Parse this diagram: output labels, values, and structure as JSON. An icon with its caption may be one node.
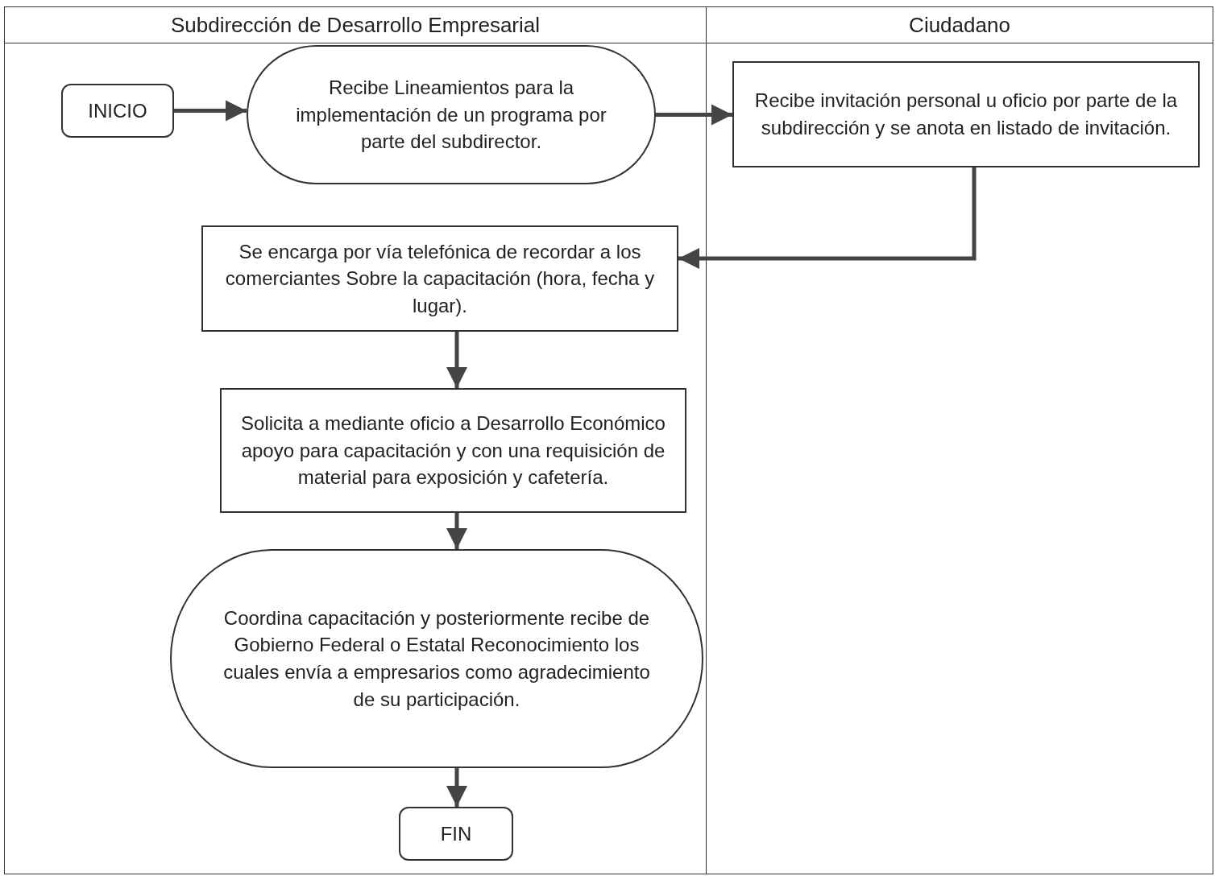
{
  "diagram": {
    "nodes": [
      {
        "text": [
          "Subdirección de Desarrollo Empresarial"
        ]
      },
      {
        "text": [
          "Ciudadano"
        ]
      },
      {
        "text": [
          "INICIO"
        ],
        "in": 0
      },
      {
        "text": [
          "Recibe Lineamientos para la implementación de un programa por parte del subdirector."
        ],
        "in": 0
      },
      {
        "text": [
          "Recibe invitación personal u oficio por parte de la subdirección y se anota en listado de invitación."
        ],
        "in": 1
      },
      {
        "text": [
          "Se encarga por vía telefónica de recordar a los comerciantes Sobre la capacitación (hora, fecha y lugar)."
        ],
        "in": 0
      },
      {
        "text": [
          "Solicita a mediante oficio a Desarrollo Económico apoyo para capacitación y con una requisición de material para exposición y cafetería."
        ],
        "in": 0
      },
      {
        "text": [
          "Coordina capacitación y posteriormente recibe de Gobierno Federal o Estatal Reconocimiento los cuales envía a empresarios como agradecimiento de su participación."
        ],
        "in": 0
      },
      {
        "text": [
          "FIN"
        ],
        "in": 0
      }
    ],
    "edges": [
      {
        "from": 2,
        "to": 3,
        "arrow": "to"
      },
      {
        "from": 3,
        "to": 4,
        "arrow": "to"
      },
      {
        "from": 4,
        "to": 5,
        "arrow": "to"
      },
      {
        "from": 5,
        "to": 6,
        "arrow": "to"
      },
      {
        "from": 6,
        "to": 7,
        "arrow": "to"
      },
      {
        "from": 7,
        "to": 8,
        "arrow": "to"
      }
    ]
  }
}
